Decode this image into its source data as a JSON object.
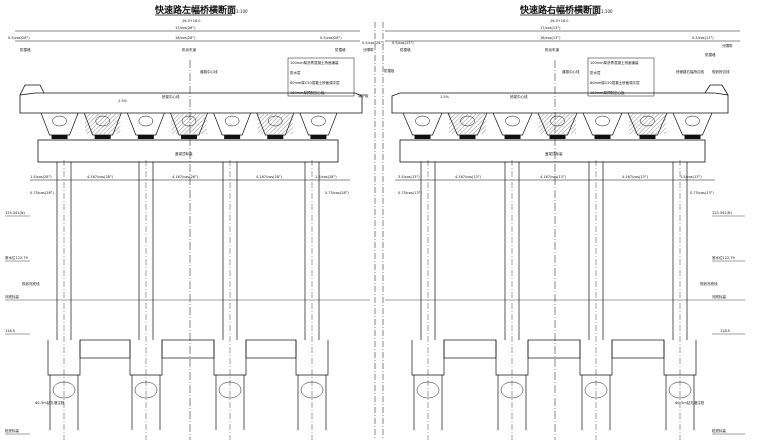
{
  "left": {
    "title": "快速路左幅桥横断面",
    "scale": "1:100",
    "overall_width": "16.5+18.0",
    "total": "17/cos(28°)",
    "sub_left": "0.5/cos(28°)",
    "sub_mid": "16/cos(28°)",
    "sub_right": "0.5/cos(28°)",
    "median": "分隔带",
    "barrier_label": "防撞墙",
    "lane_label": "机动车道",
    "slope": "1.5%",
    "road_center": "道路中心线",
    "bridge_center": "桥梁中心线",
    "layers": [
      "100mm厚沥青混凝土桥面铺装",
      "防水层",
      "80mm厚C50混凝土桥面调平层",
      "180mm厚预制空心板"
    ],
    "bearing": "盖梁顶标高",
    "spans": [
      "1.5/cos(28°)",
      "4.167/cos(28°)",
      "4.167/cos(28°)",
      "4.167/cos(28°)",
      "1.5/cos(28°)"
    ],
    "edge_left": "0.75/cos(28°)",
    "edge_right": "0.75/cos(28°)",
    "elev_top": "125.341(N)",
    "water_level": "常水位122.79",
    "riverbed": "河底标高",
    "scour_line": "规划河底线",
    "elev_low": "118.5",
    "pile": "Φ1.5m钻孔灌注桩",
    "pile_tip": "桩底标高"
  },
  "right": {
    "title": "快速路右幅桥横断面",
    "scale": "1:100",
    "overall_width": "16.5+18.0",
    "total": "17/cos(13°)",
    "sub_left": "0.5/cos(13°)",
    "sub_mid": "16/cos(13°)",
    "sub_right": "0.5/cos(13°)",
    "median": "分隔带",
    "barrier_label": "防撞墙",
    "lane_label": "机动车道",
    "slope": "1.5%",
    "road_center": "道路中心线",
    "bridge_center": "桥梁中心线",
    "layers": [
      "100mm厚沥青混凝土桥面铺装",
      "防水层",
      "80mm厚C50混凝土桥面调平层",
      "180mm厚预制空心板"
    ],
    "bearing": "盖梁顶标高",
    "spans": [
      "3.5/cos(13°)",
      "4.167/cos(13°)",
      "4.167/cos(13°)",
      "4.167/cos(13°)",
      "1.5/cos(13°)"
    ],
    "edge_left": "0.75/cos(13°)",
    "edge_right": "0.75/cos(13°)",
    "elev_top": "125.341(N)",
    "water_level": "常水位122.79",
    "riverbed": "河底标高",
    "scour_line": "规划河底线",
    "elev_low": "118.5",
    "pile": "Φ1.5m钻孔灌注桩",
    "pile_tip": "桩底标高",
    "edge_note_a": "快速路右幅桥边线",
    "edge_note_b": "规划桥边线"
  },
  "gap_labels": [
    "0.5/cos(28°)",
    "0.5/cos(13°)"
  ],
  "gap_note_a": "防撞板",
  "gap_note_b": "端护板"
}
